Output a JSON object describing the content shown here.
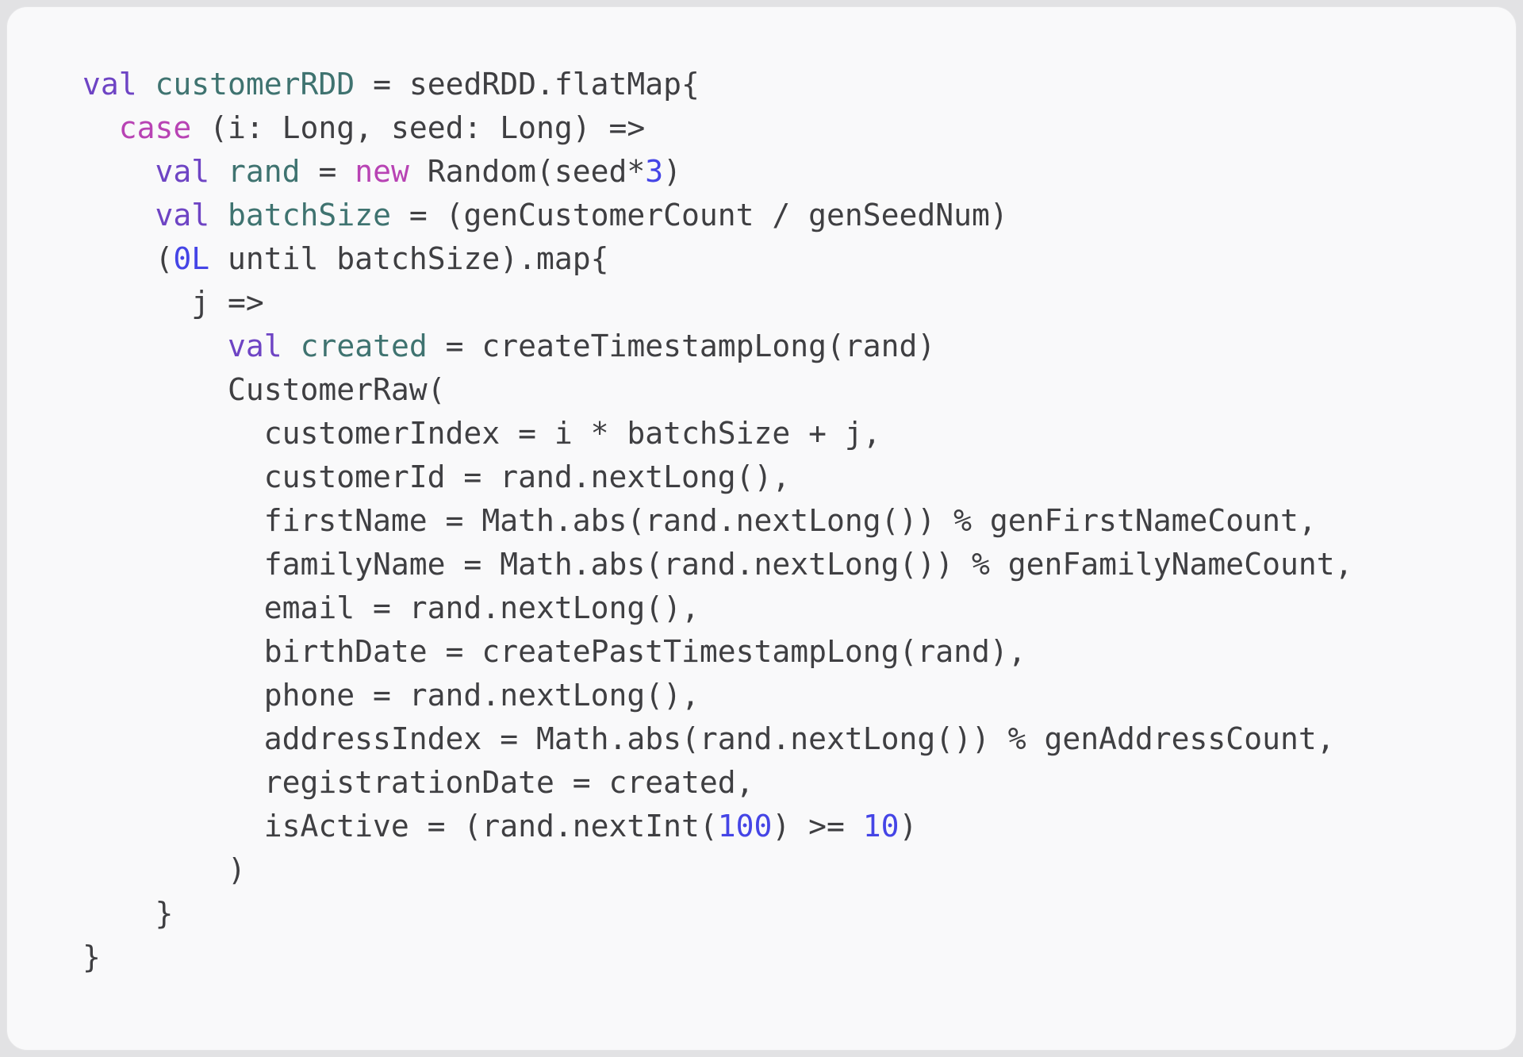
{
  "panel": {
    "background": "#f9f9fa",
    "page_background": "#e2e2e4",
    "border_color": "#e6e6e8"
  },
  "code": {
    "language": "scala",
    "token_colors": {
      "kw": "#6e44c4",
      "kw2": "#b843b4",
      "id": "#3f7370",
      "num": "#4545e6",
      "p": "#3f3f42"
    },
    "lines": [
      [
        {
          "t": "val",
          "c": "kw"
        },
        {
          "t": " ",
          "c": "p"
        },
        {
          "t": "customerRDD",
          "c": "id"
        },
        {
          "t": " = seedRDD.flatMap{",
          "c": "p"
        }
      ],
      [
        {
          "t": "  ",
          "c": "p"
        },
        {
          "t": "case",
          "c": "kw2"
        },
        {
          "t": " (i: Long, seed: Long) =>",
          "c": "p"
        }
      ],
      [
        {
          "t": "    ",
          "c": "p"
        },
        {
          "t": "val",
          "c": "kw"
        },
        {
          "t": " ",
          "c": "p"
        },
        {
          "t": "rand",
          "c": "id"
        },
        {
          "t": " = ",
          "c": "p"
        },
        {
          "t": "new",
          "c": "kw2"
        },
        {
          "t": " Random(seed*",
          "c": "p"
        },
        {
          "t": "3",
          "c": "num"
        },
        {
          "t": ")",
          "c": "p"
        }
      ],
      [
        {
          "t": "    ",
          "c": "p"
        },
        {
          "t": "val",
          "c": "kw"
        },
        {
          "t": " ",
          "c": "p"
        },
        {
          "t": "batchSize",
          "c": "id"
        },
        {
          "t": " = (genCustomerCount / genSeedNum)",
          "c": "p"
        }
      ],
      [
        {
          "t": "    (",
          "c": "p"
        },
        {
          "t": "0L",
          "c": "num"
        },
        {
          "t": " until batchSize).map{",
          "c": "p"
        }
      ],
      [
        {
          "t": "      j =>",
          "c": "p"
        }
      ],
      [
        {
          "t": "        ",
          "c": "p"
        },
        {
          "t": "val",
          "c": "kw"
        },
        {
          "t": " ",
          "c": "p"
        },
        {
          "t": "created",
          "c": "id"
        },
        {
          "t": " = createTimestampLong(rand)",
          "c": "p"
        }
      ],
      [
        {
          "t": "        CustomerRaw(",
          "c": "p"
        }
      ],
      [
        {
          "t": "          customerIndex = i * batchSize + j,",
          "c": "p"
        }
      ],
      [
        {
          "t": "          customerId = rand.nextLong(),",
          "c": "p"
        }
      ],
      [
        {
          "t": "          firstName = Math.abs(rand.nextLong()) % genFirstNameCount,",
          "c": "p"
        }
      ],
      [
        {
          "t": "          familyName = Math.abs(rand.nextLong()) % genFamilyNameCount,",
          "c": "p"
        }
      ],
      [
        {
          "t": "          email = rand.nextLong(),",
          "c": "p"
        }
      ],
      [
        {
          "t": "          birthDate = createPastTimestampLong(rand),",
          "c": "p"
        }
      ],
      [
        {
          "t": "          phone = rand.nextLong(),",
          "c": "p"
        }
      ],
      [
        {
          "t": "          addressIndex = Math.abs(rand.nextLong()) % genAddressCount,",
          "c": "p"
        }
      ],
      [
        {
          "t": "          registrationDate = created,",
          "c": "p"
        }
      ],
      [
        {
          "t": "          isActive = (rand.nextInt(",
          "c": "p"
        },
        {
          "t": "100",
          "c": "num"
        },
        {
          "t": ") >= ",
          "c": "p"
        },
        {
          "t": "10",
          "c": "num"
        },
        {
          "t": ")",
          "c": "p"
        }
      ],
      [
        {
          "t": "        )",
          "c": "p"
        }
      ],
      [
        {
          "t": "    }",
          "c": "p"
        }
      ],
      [
        {
          "t": "}",
          "c": "p"
        }
      ]
    ]
  }
}
